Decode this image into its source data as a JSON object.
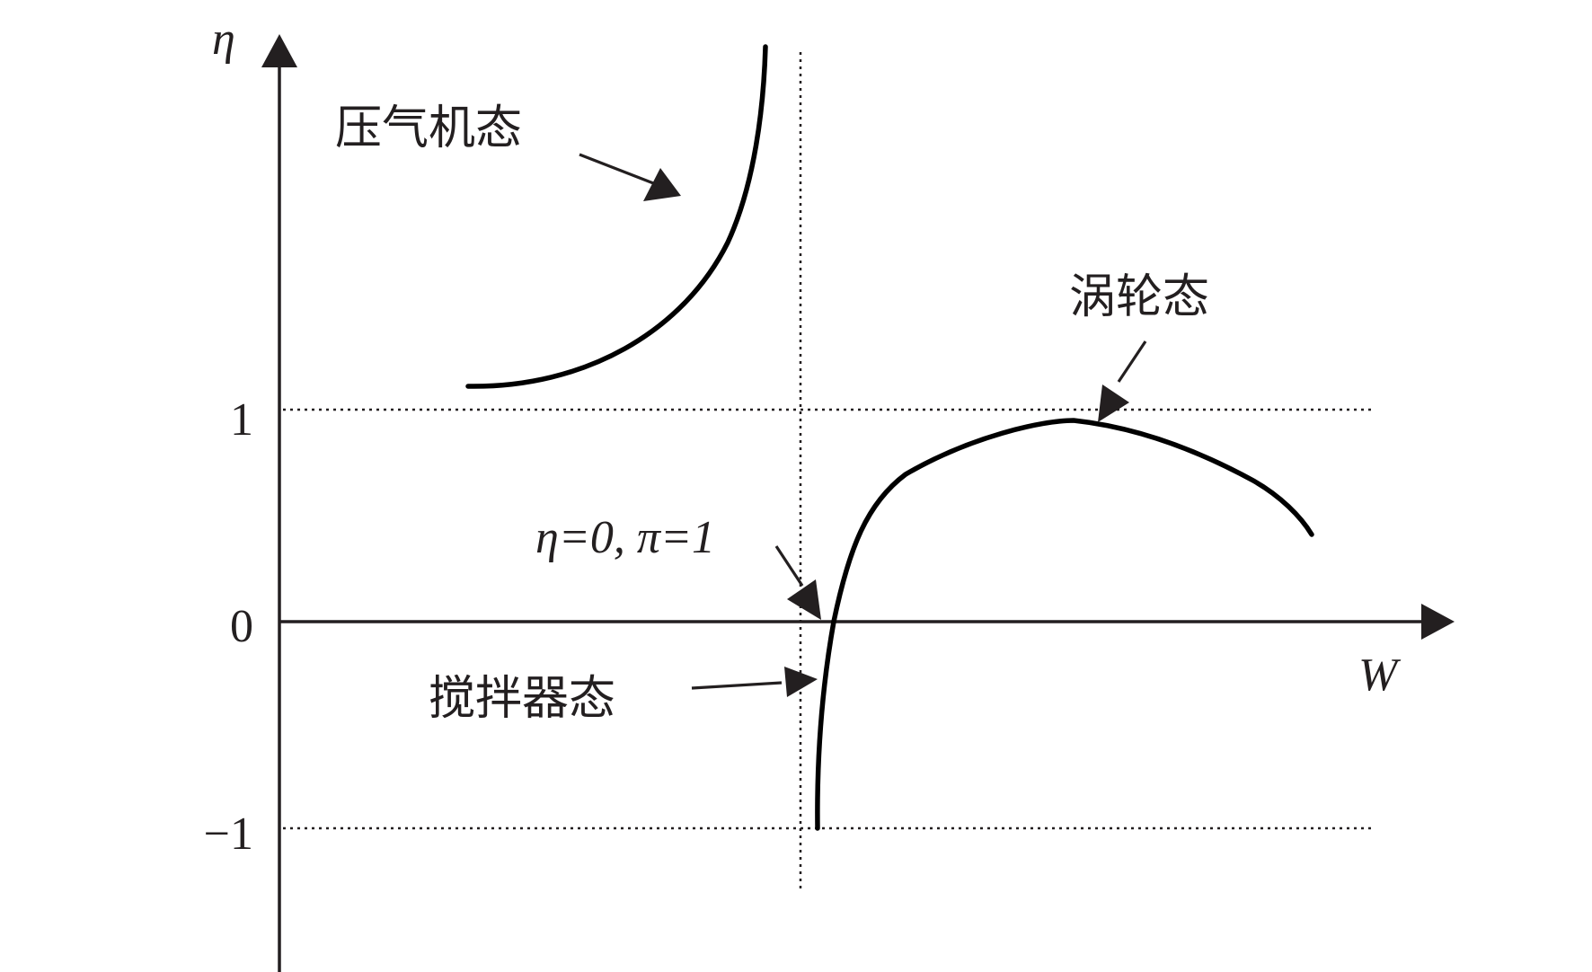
{
  "axes": {
    "x_label": "W",
    "y_label": "η",
    "y_ticks": [
      "1",
      "0",
      "−1"
    ]
  },
  "annotations": {
    "compressor": "压气机态",
    "turbine": "涡轮态",
    "stirrer": "搅拌器态",
    "zero_point": "η=0, π=1"
  },
  "chart_data": {
    "type": "line",
    "ylabel": "η",
    "xlabel": "W",
    "y_ticks": [
      1,
      0,
      -1
    ],
    "reference_lines": {
      "horizontal": [
        1,
        -1
      ],
      "vertical": "dashed line at the pole of the compressor branch"
    },
    "series": [
      {
        "name": "压气机态",
        "shape": "η > 1, rises toward the vertical asymptote"
      },
      {
        "name": "涡轮态",
        "shape": "0 < η ≤ 1, peaks just below η = 1 then falls"
      },
      {
        "name": "搅拌器态",
        "shape": "−1 ≤ η < 0, rises steeply to η = 0 at π = 1"
      }
    ]
  }
}
